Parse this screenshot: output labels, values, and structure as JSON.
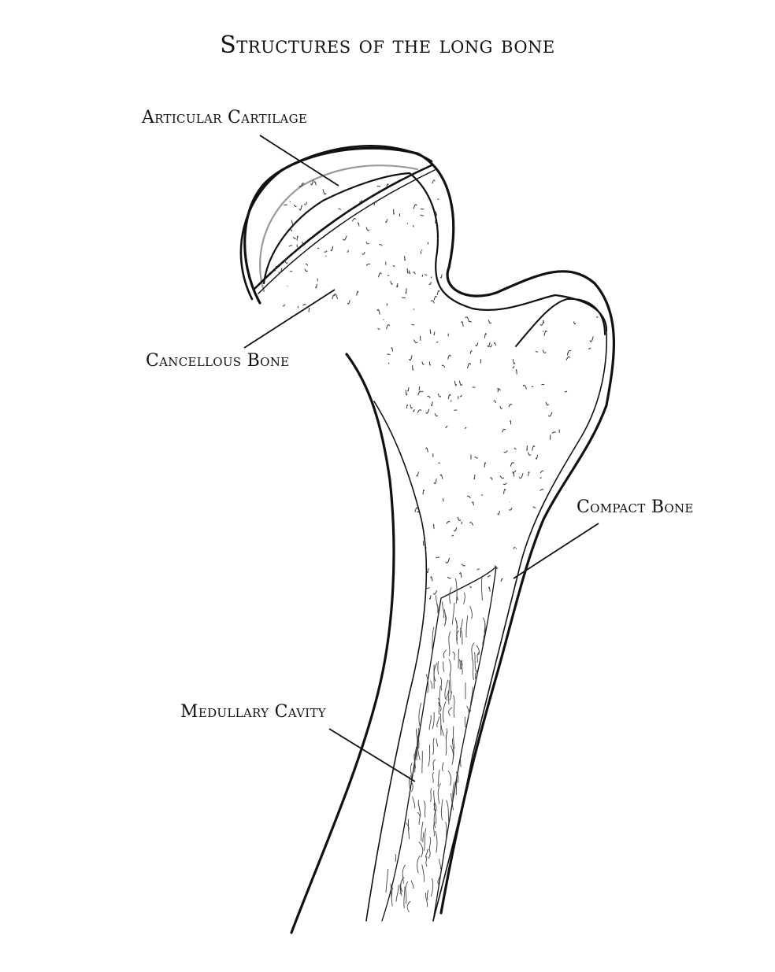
{
  "title": "Structures of the long bone",
  "labels": {
    "articular_cartilage": "Articular Cartilage",
    "cancellous_bone": "Cancellous Bone",
    "compact_bone": "Compact Bone",
    "medullary_cavity": "Medullary Cavity"
  },
  "colors": {
    "ink": "#111111",
    "cartilage": "#9a9a9a",
    "background": "#ffffff"
  }
}
